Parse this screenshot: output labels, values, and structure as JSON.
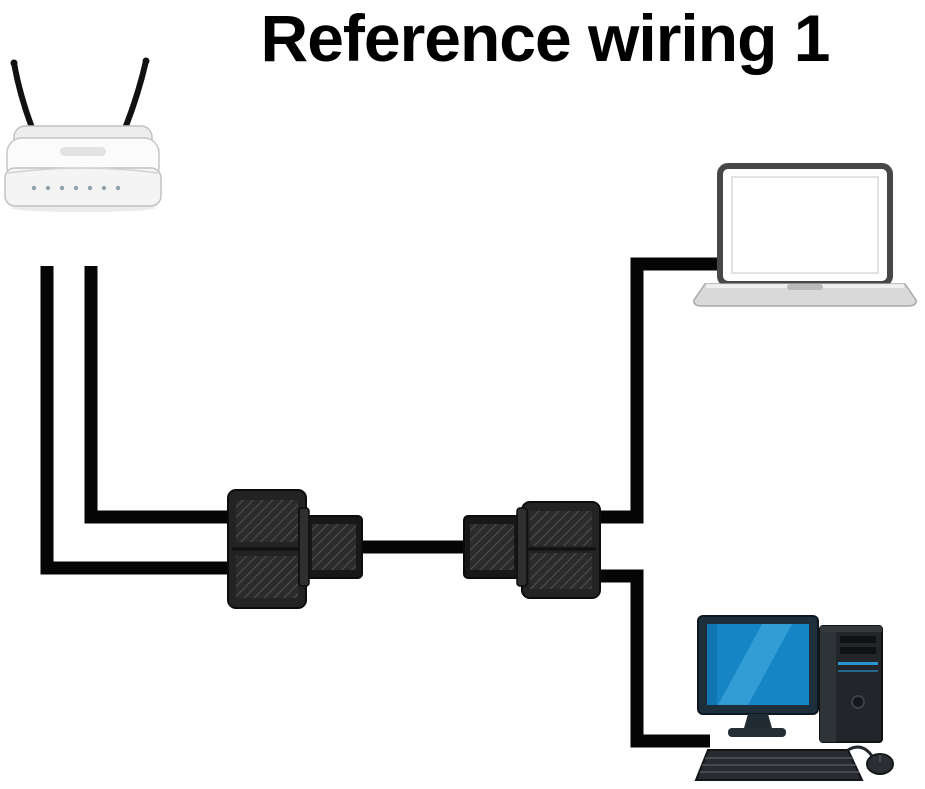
{
  "title": "Reference wiring 1",
  "illustrations": {
    "router": "wireless-router",
    "laptop": "laptop-computer",
    "desktop": "desktop-computer",
    "splitter_left": "rj45-splitter-adapter",
    "splitter_right": "rj45-splitter-adapter",
    "cables": "ethernet-cable"
  },
  "colors": {
    "background": "#ffffff",
    "title_text": "#000000",
    "cable": "#050505",
    "antenna": "#111111",
    "router_body": "#fbfbfb",
    "router_outline": "#c6c6c6",
    "splitter_body": "#232323",
    "splitter_dark": "#181818",
    "splitter_edge": "#0c0c0c",
    "laptop_frame": "#474747",
    "laptop_base": "#d9d9d9",
    "monitor_frame": "#1d2f3a",
    "monitor_screen": "#1585c5",
    "monitor_sheen": "#56b9e6",
    "tower_body": "#22262b",
    "keyboard_body": "#282c31",
    "mouse_body": "#2b2f34"
  }
}
